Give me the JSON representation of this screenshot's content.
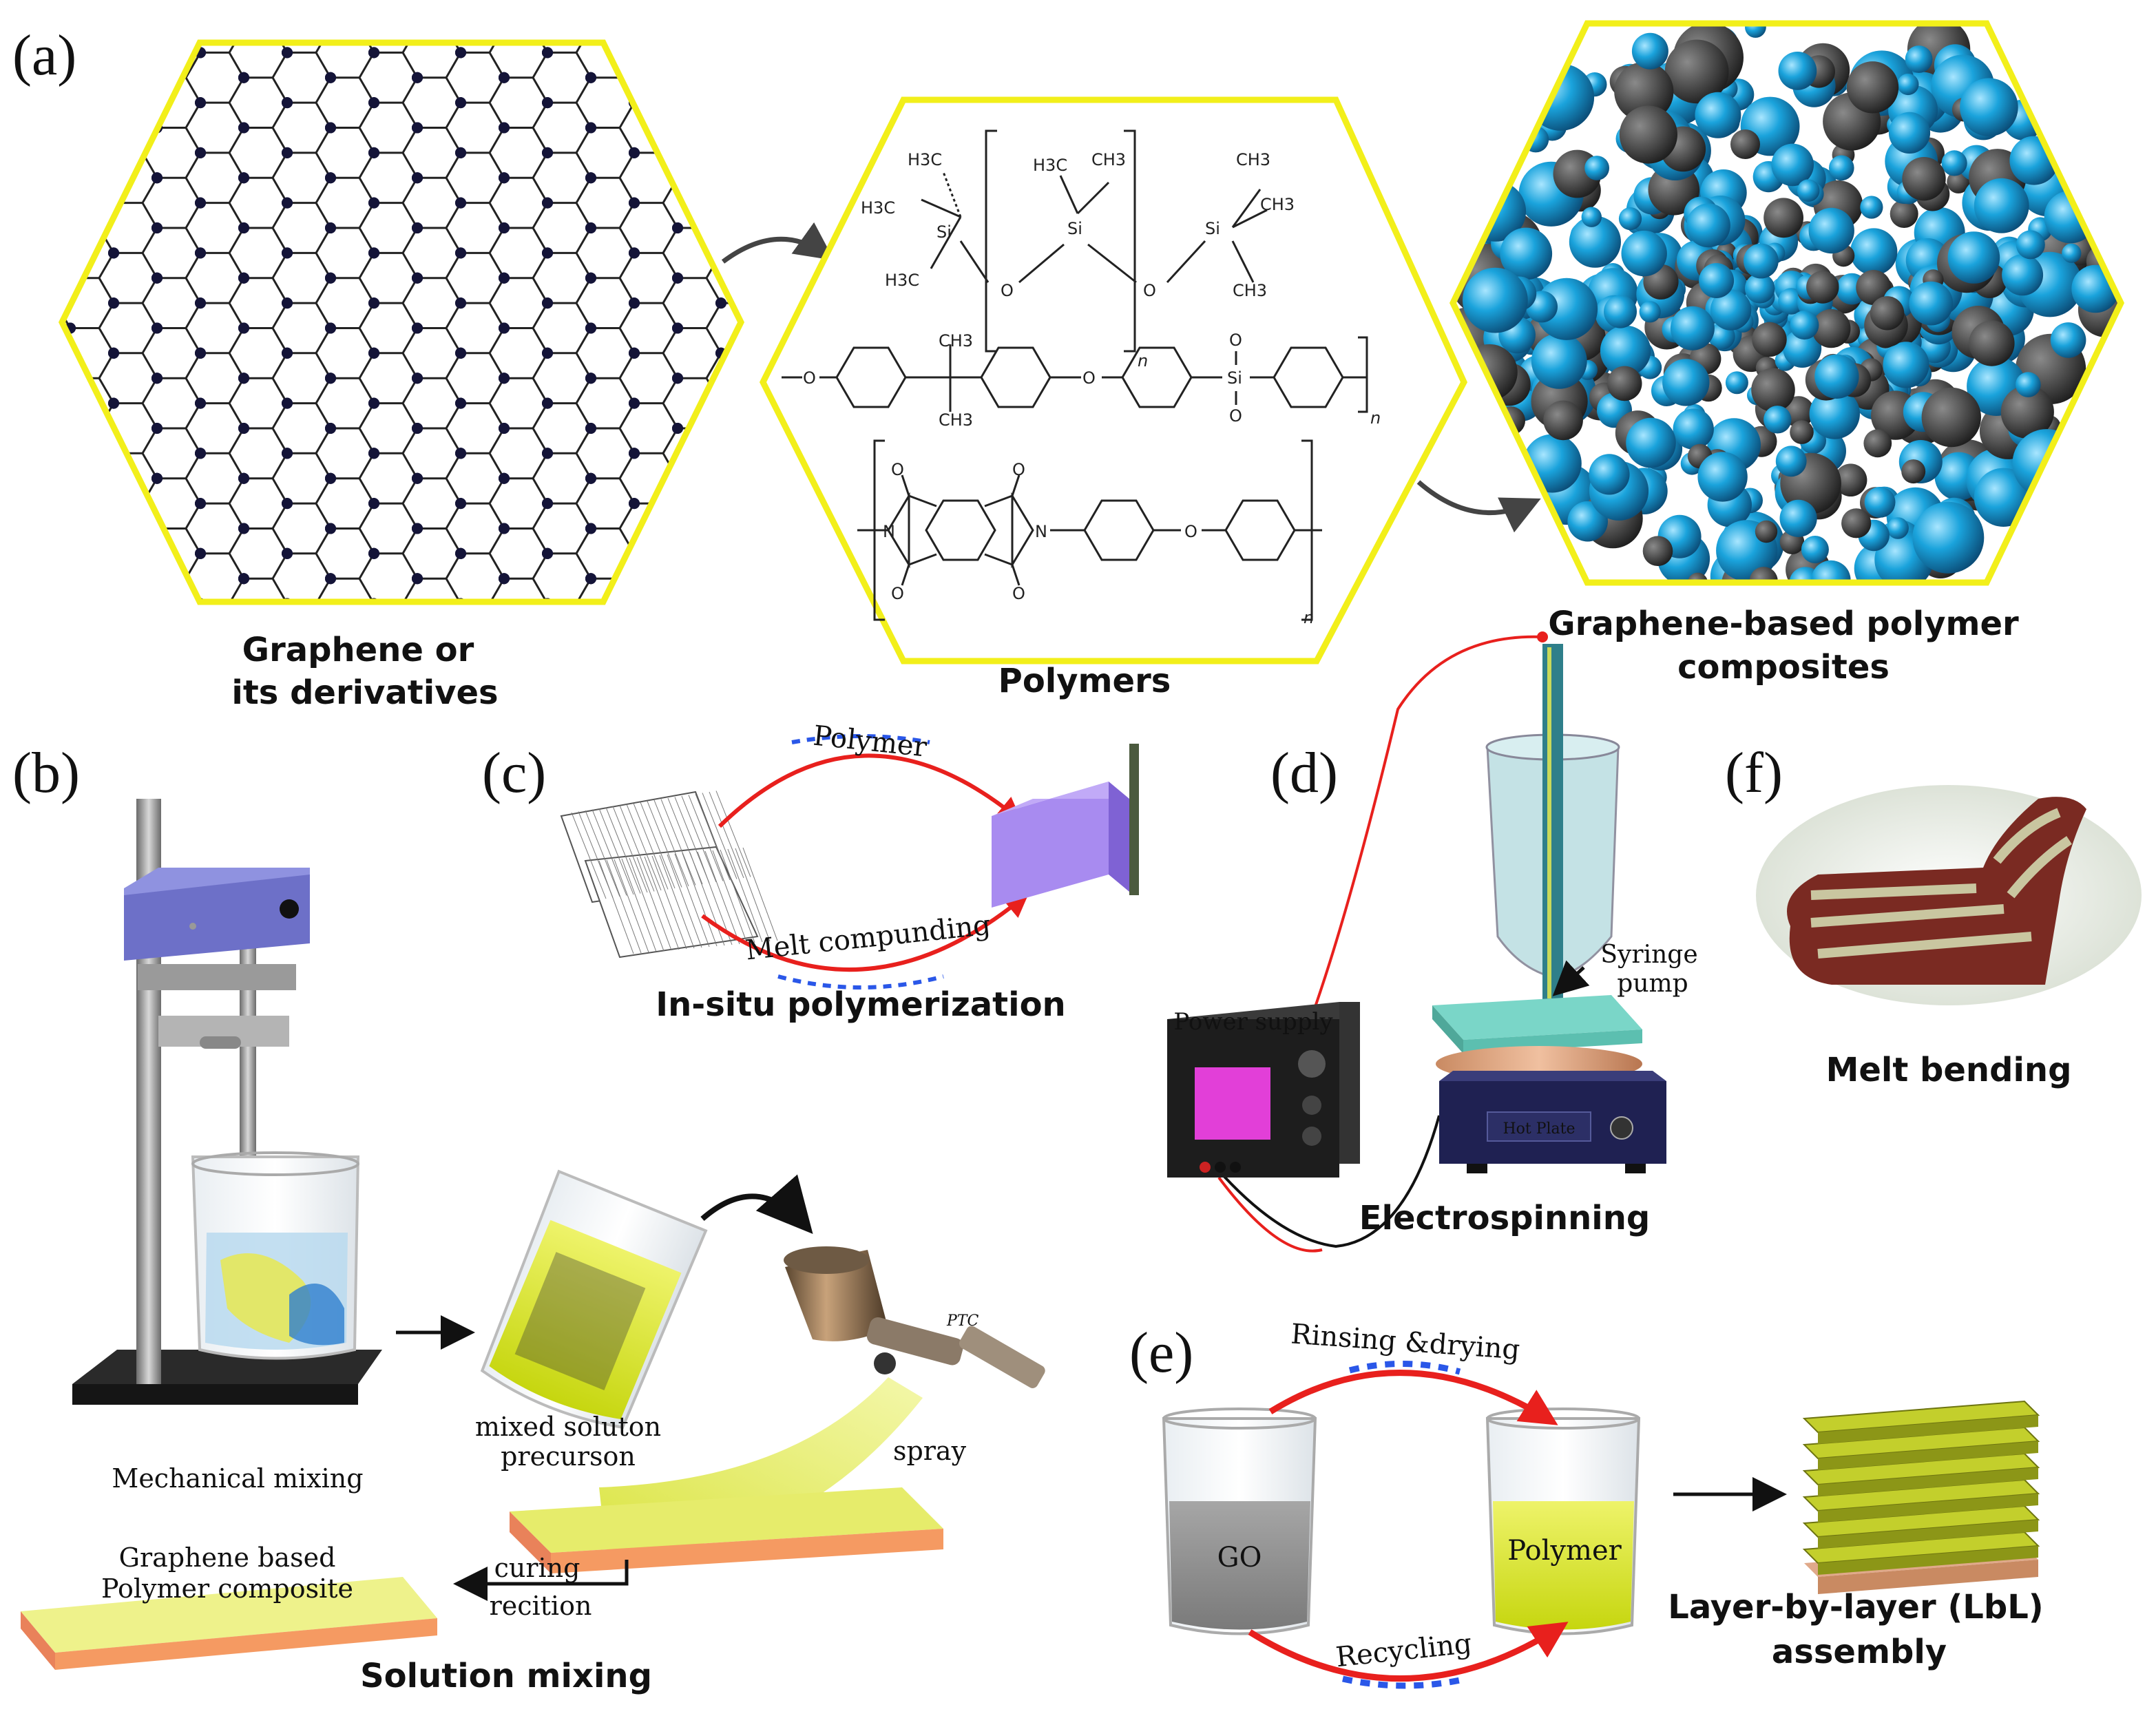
{
  "panels": {
    "a": "(a)",
    "b": "(b)",
    "c": "(c)",
    "d": "(d)",
    "e": "(e)",
    "f": "(f)"
  },
  "panel_a": {
    "graphene_label": [
      "Graphene or",
      "its derivatives"
    ],
    "polymers_label": "Polymers",
    "composite_label": [
      "Graphene-based polymer",
      "composites"
    ],
    "chem": {
      "h3c": "H3C",
      "ch3": "CH3",
      "si": "Si",
      "o": "O",
      "n_sub": "n",
      "n": "N"
    }
  },
  "panel_b": {
    "mechanical_mixing": "Mechanical mixing",
    "mixed_solution": [
      "mixed soluton",
      "precurson"
    ],
    "spray": "spray",
    "spray_gun_brand": "PTC",
    "curing": [
      "curing",
      "recition"
    ],
    "composite_sheet": [
      "Graphene based",
      "Polymer composite"
    ],
    "title": "Solution mixing"
  },
  "panel_c": {
    "top_arc": "Polymer",
    "bottom_arc": "Melt compunding",
    "title": "In-situ polymerization"
  },
  "panel_d": {
    "power_supply": "Power supply",
    "syringe_pump": [
      "Syringe",
      "pump"
    ],
    "hot_plate": "Hot Plate",
    "title": "Electrospinning"
  },
  "panel_e": {
    "top_arc": "Rinsing &drying",
    "bottom_arc": "Recycling",
    "beaker_left": "GO",
    "beaker_right": "Polymer",
    "title": [
      "Layer-by-layer (LbL)",
      "assembly"
    ]
  },
  "panel_f": {
    "title": "Melt bending"
  },
  "colors": {
    "hex_border": "#f2ef1a",
    "sphere_blue": "#1aa3dc",
    "arrow_red": "#e8201d",
    "lavender": "#a88bf0",
    "yellow_green": "#dde63a",
    "substrate": "#f59a62"
  }
}
